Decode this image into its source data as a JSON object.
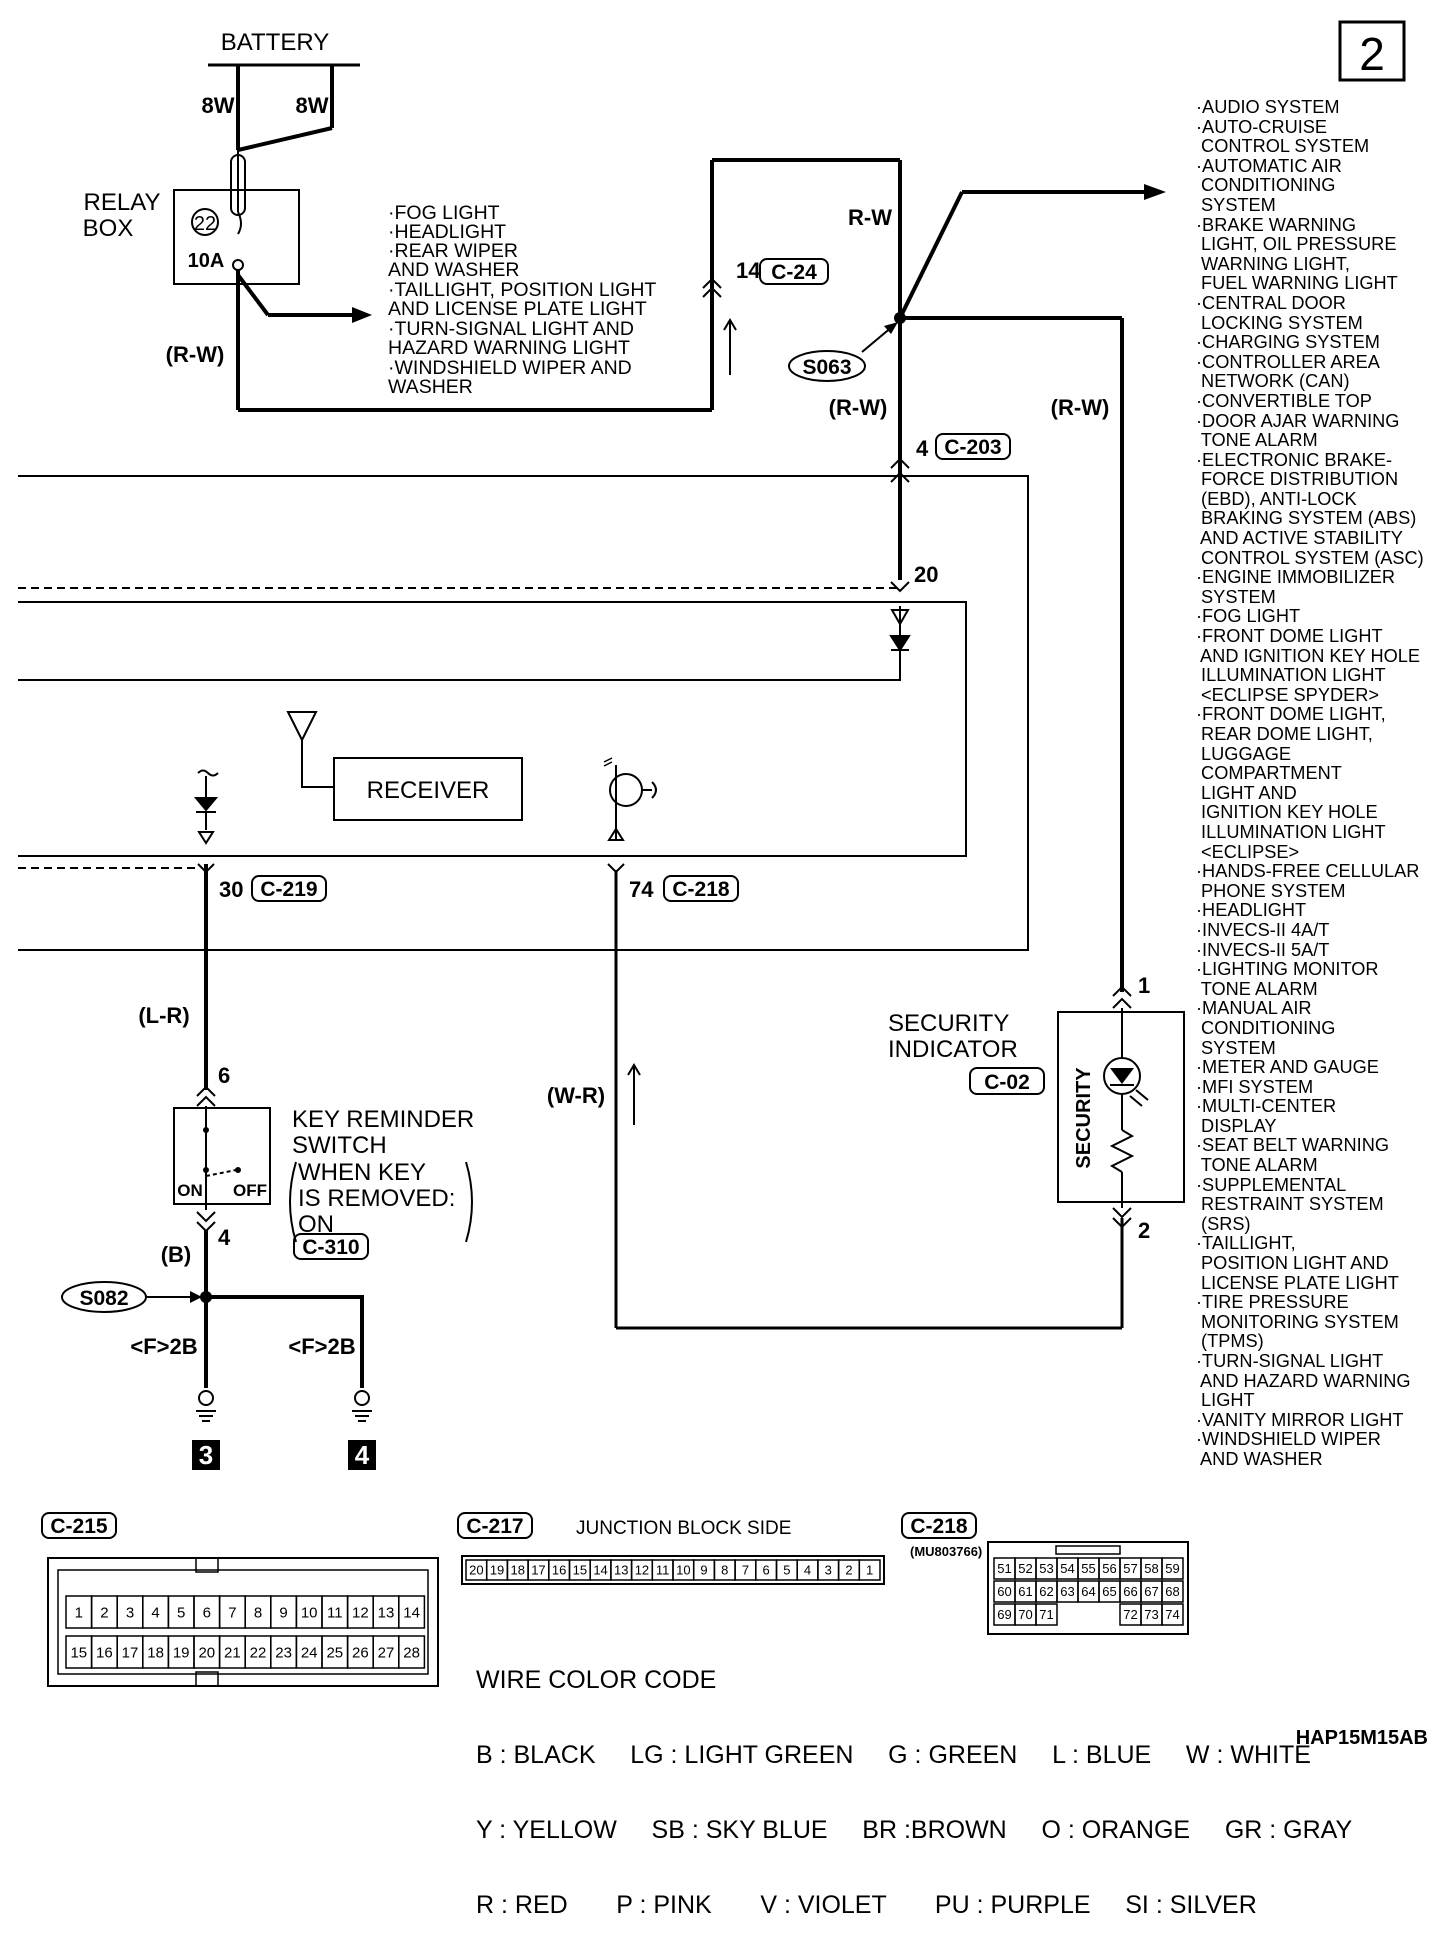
{
  "page_number": "2",
  "battery": {
    "label": "BATTERY",
    "wire_left": "8W",
    "wire_right": "8W"
  },
  "relay_box": {
    "label_line1": "RELAY",
    "label_line2": "BOX",
    "fuse_number": "22",
    "fuse_rating": "10A"
  },
  "fuse_loads": [
    "·FOG LIGHT",
    "·HEADLIGHT",
    "·REAR WIPER",
    " AND WASHER",
    "·TAILLIGHT, POSITION LIGHT",
    " AND LICENSE PLATE LIGHT",
    "·TURN-SIGNAL LIGHT AND",
    " HAZARD WARNING LIGHT",
    "·WINDSHIELD WIPER AND",
    " WASHER"
  ],
  "wires": {
    "r_w_left": "(R-W)",
    "r_w_top": "R-W",
    "r_w_mid": "(R-W)",
    "r_w_right": "(R-W)",
    "l_r": "(L-R)",
    "w_r": "(W-R)",
    "b": "(B)",
    "ground_left": "<F>2B",
    "ground_right": "<F>2B"
  },
  "connectors": {
    "c24": {
      "pin": "14",
      "name": "C-24"
    },
    "c203": {
      "pin": "4",
      "name": "C-203"
    },
    "pin20": "20",
    "c219": {
      "pin": "30",
      "name": "C-219"
    },
    "c218": {
      "pin": "74",
      "name": "C-218"
    },
    "c02": "C-02",
    "c310": "C-310",
    "pin1": "1",
    "pin2": "2",
    "pin6": "6",
    "pin4": "4"
  },
  "splices": {
    "s063": "S063",
    "s082": "S082"
  },
  "receiver": "RECEIVER",
  "security_indicator": {
    "line1": "SECURITY",
    "line2": "INDICATOR",
    "inner": "SECURITY"
  },
  "key_reminder": {
    "line1": "KEY REMINDER",
    "line2": "SWITCH",
    "note1": "WHEN KEY",
    "note2": "IS REMOVED:",
    "note3": "ON",
    "on": "ON",
    "off": "OFF"
  },
  "ground_tags": [
    "3",
    "4"
  ],
  "systems_list": [
    "·AUDIO SYSTEM",
    "·AUTO-CRUISE",
    " CONTROL SYSTEM",
    "·AUTOMATIC AIR",
    " CONDITIONING",
    " SYSTEM",
    "·BRAKE WARNING",
    " LIGHT, OIL PRESSURE",
    " WARNING LIGHT,",
    " FUEL WARNING LIGHT",
    "·CENTRAL DOOR",
    " LOCKING SYSTEM",
    "·CHARGING SYSTEM",
    "·CONTROLLER AREA",
    " NETWORK (CAN)",
    "·CONVERTIBLE TOP",
    "·DOOR AJAR WARNING",
    " TONE ALARM",
    "·ELECTRONIC BRAKE-",
    " FORCE DISTRIBUTION",
    " (EBD), ANTI-LOCK",
    " BRAKING SYSTEM (ABS)",
    " AND ACTIVE STABILITY",
    " CONTROL SYSTEM (ASC)",
    "·ENGINE IMMOBILIZER",
    " SYSTEM",
    "·FOG LIGHT",
    "·FRONT DOME LIGHT",
    " AND IGNITION KEY HOLE",
    " ILLUMINATION LIGHT",
    " <ECLIPSE SPYDER>",
    "·FRONT DOME LIGHT,",
    " REAR DOME LIGHT,",
    " LUGGAGE",
    " COMPARTMENT",
    " LIGHT AND",
    " IGNITION KEY HOLE",
    " ILLUMINATION LIGHT",
    " <ECLIPSE>",
    "·HANDS-FREE CELLULAR",
    " PHONE SYSTEM",
    "·HEADLIGHT",
    "·INVECS-II 4A/T",
    "·INVECS-II 5A/T",
    "·LIGHTING MONITOR",
    " TONE ALARM",
    "·MANUAL AIR",
    " CONDITIONING",
    " SYSTEM",
    "·METER AND GAUGE",
    "·MFI SYSTEM",
    "·MULTI-CENTER",
    " DISPLAY",
    "·SEAT BELT WARNING",
    " TONE ALARM",
    "·SUPPLEMENTAL",
    " RESTRAINT SYSTEM",
    " (SRS)",
    "·TAILLIGHT,",
    " POSITION LIGHT AND",
    " LICENSE PLATE LIGHT",
    "·TIRE PRESSURE",
    " MONITORING SYSTEM",
    " (TPMS)",
    "·TURN-SIGNAL LIGHT",
    " AND HAZARD WARNING",
    " LIGHT",
    "·VANITY MIRROR LIGHT",
    "·WINDSHIELD WIPER",
    " AND WASHER"
  ],
  "connector_views": {
    "c215": {
      "name": "C-215",
      "row1": [
        "1",
        "2",
        "3",
        "4",
        "5",
        "6",
        "7",
        "8",
        "9",
        "10",
        "11",
        "12",
        "13",
        "14"
      ],
      "row2": [
        "15",
        "16",
        "17",
        "18",
        "19",
        "20",
        "21",
        "22",
        "23",
        "24",
        "25",
        "26",
        "27",
        "28"
      ]
    },
    "c217": {
      "name": "C-217",
      "caption": "JUNCTION BLOCK SIDE",
      "pins": [
        "20",
        "19",
        "18",
        "17",
        "16",
        "15",
        "14",
        "13",
        "12",
        "11",
        "10",
        "9",
        "8",
        "7",
        "6",
        "5",
        "4",
        "3",
        "2",
        "1"
      ]
    },
    "c218": {
      "name": "C-218",
      "part": "(MU803766)",
      "row1": [
        "51",
        "52",
        "53",
        "54",
        "55",
        "56",
        "57",
        "58",
        "59"
      ],
      "row2": [
        "60",
        "61",
        "62",
        "63",
        "64",
        "65",
        "66",
        "67",
        "68"
      ],
      "row3": [
        "69",
        "70",
        "71",
        "",
        "",
        "",
        "72",
        "73",
        "74"
      ]
    }
  },
  "wire_color_code": {
    "title": "WIRE COLOR CODE",
    "line1": "B : BLACK     LG : LIGHT GREEN     G : GREEN     L : BLUE     W : WHITE",
    "line2": "Y : YELLOW     SB : SKY BLUE     BR :BROWN     O : ORANGE     GR : GRAY",
    "line3": "R : RED       P : PINK       V : VIOLET       PU : PURPLE     SI : SILVER"
  },
  "figure_code": "HAP15M15AB"
}
